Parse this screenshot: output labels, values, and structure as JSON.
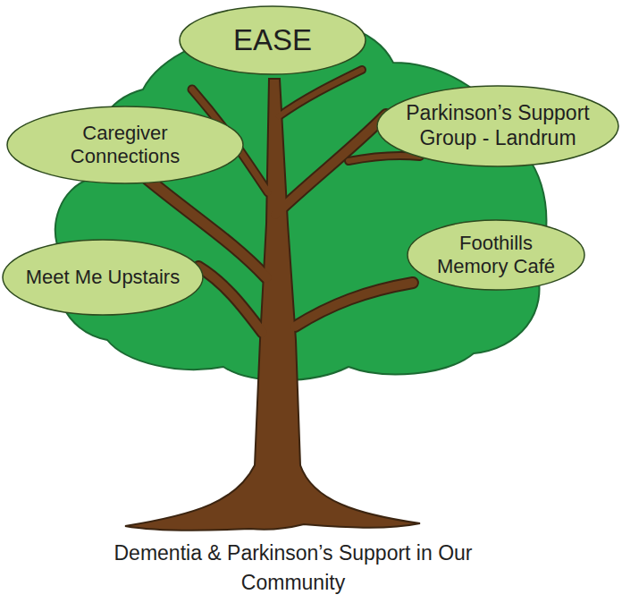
{
  "diagram": {
    "caption": "Dementia & Parkinson’s Support in Our Community",
    "nodes": [
      {
        "text": [
          "EASE"
        ]
      },
      {
        "text": [
          "Caregiver Connections"
        ]
      },
      {
        "text": [
          "Parkinson’s Support Group - Landrum"
        ]
      },
      {
        "text": [
          "Meet Me Upstairs"
        ]
      },
      {
        "text": [
          "Foothills Memory Café"
        ]
      }
    ]
  }
}
